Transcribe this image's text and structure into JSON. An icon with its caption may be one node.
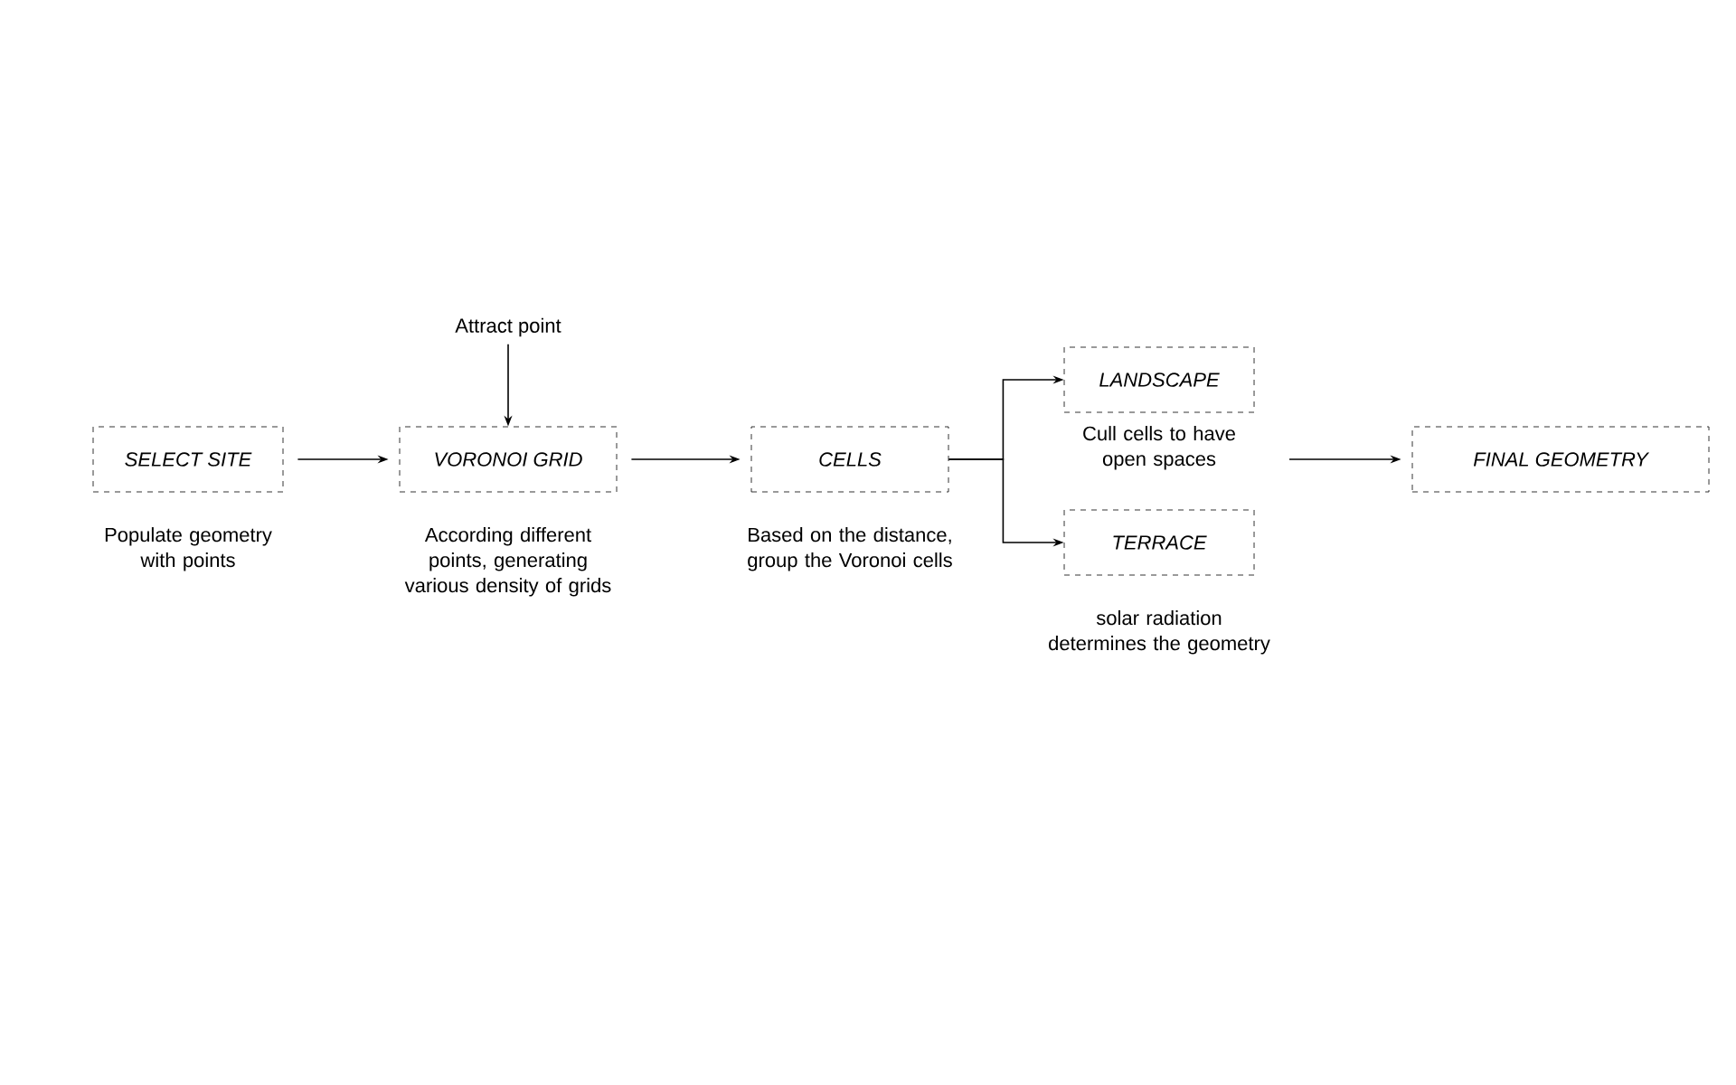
{
  "diagram": {
    "nodes": [
      {
        "text": [
          "SELECT SITE"
        ],
        "beside": [
          "Populate geometry with points"
        ]
      },
      {
        "text": [
          "Attract point"
        ]
      },
      {
        "text": [
          "VORONOI GRID"
        ],
        "beside": [
          "According different points, generating various density of grids"
        ]
      },
      {
        "text": [
          "CELLS"
        ],
        "beside": [
          "Based on the distance, group the Voronoi cells"
        ]
      },
      {
        "text": [
          "LANDSCAPE"
        ],
        "beside": [
          "Cull cells to have open spaces"
        ]
      },
      {
        "text": [
          "TERRACE"
        ],
        "beside": [
          "solar radiation determines the geometry"
        ]
      },
      {
        "text": [
          "FINAL GEOMETRY"
        ]
      }
    ],
    "edges": [
      {
        "from": 0,
        "to": 2,
        "arrow": "to"
      },
      {
        "from": 1,
        "to": 2,
        "arrow": "to"
      },
      {
        "from": 2,
        "to": 3,
        "arrow": "to"
      },
      {
        "from": 3,
        "to": 4,
        "arrow": "to"
      },
      {
        "from": 3,
        "to": 5,
        "arrow": "to"
      },
      {
        "from": null,
        "to": 6,
        "arrow": "to"
      }
    ]
  }
}
